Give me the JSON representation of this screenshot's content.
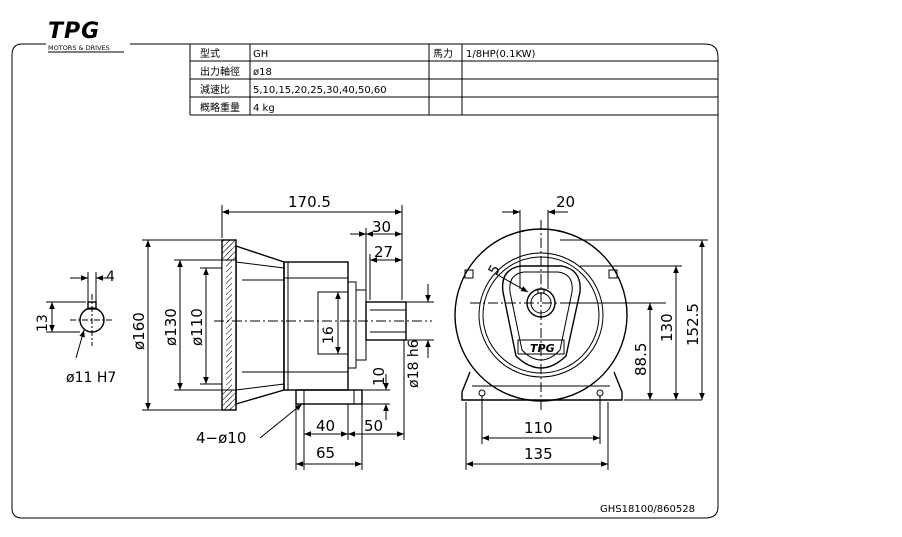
{
  "logo": {
    "text": "TPG",
    "tagline": "MOTORS & DRIVES"
  },
  "spec_table": {
    "rows": [
      {
        "label": "型式",
        "value": "GH"
      },
      {
        "label": "出力軸徑",
        "value": "ø18"
      },
      {
        "label": "減速比",
        "value": "5,10,15,20,25,30,40,50,60"
      },
      {
        "label": "概略重量",
        "value": "4  kg"
      }
    ],
    "power_label": "馬力",
    "power_value": "1/8HP(0.1KW)"
  },
  "dimensions": {
    "overall_length": "170.5",
    "shaft_30": "30",
    "shaft_27": "27",
    "key_16": "16",
    "shaft_dia": "ø18 h6",
    "flange_160": "ø160",
    "pilot_130": "ø130",
    "pilot_110": "ø110",
    "base_10": "10",
    "base_40": "40",
    "base_50": "50",
    "base_65": "65",
    "holes": "4−ø10",
    "bore_4": "4",
    "bore_13": "13",
    "bore_dia": "ø11  H7",
    "front_20": "20",
    "front_5": "5",
    "front_88_5": "88.5",
    "front_130": "130",
    "front_152_5": "152.5",
    "front_110": "110",
    "front_135": "135"
  },
  "drawing_number": "GHS18100/860528",
  "nameplate": "TPG",
  "colors": {
    "line": "#000000",
    "background": "#ffffff"
  }
}
